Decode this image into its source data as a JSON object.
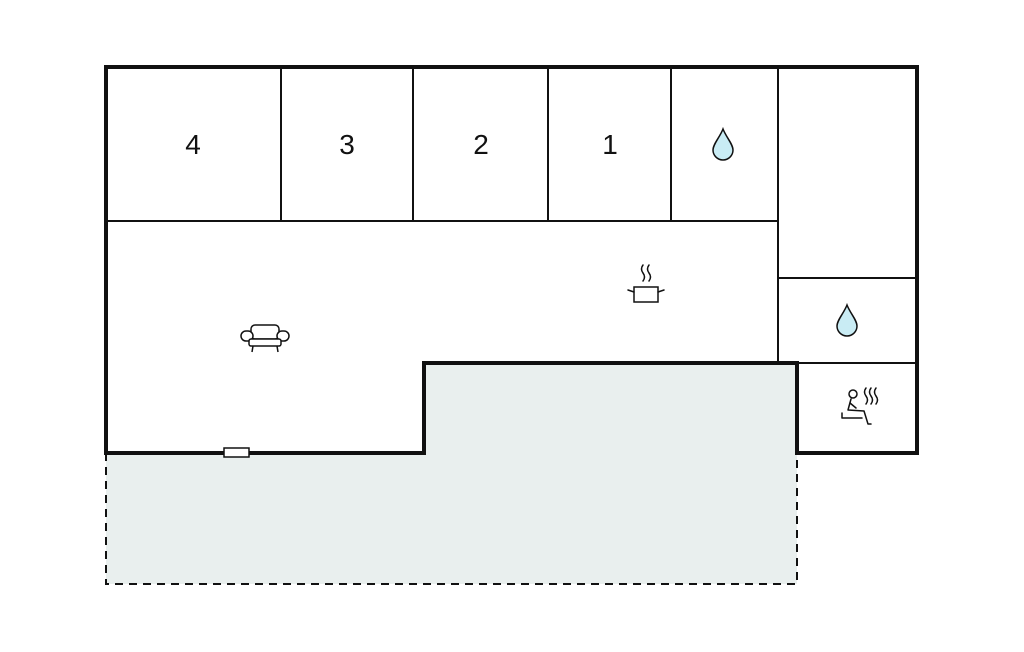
{
  "floor_plan": {
    "bedrooms": [
      {
        "label": "4"
      },
      {
        "label": "3"
      },
      {
        "label": "2"
      },
      {
        "label": "1"
      }
    ],
    "icons": {
      "bathroom_upper": "water-drop-icon",
      "bathroom_lower": "water-drop-icon",
      "kitchen": "cooking-pot-icon",
      "living": "sofa-icon",
      "sauna": "sauna-icon"
    },
    "colors": {
      "wall": "#111111",
      "terrace_fill": "#e9efee",
      "water": "#c9ecf4",
      "water_stroke": "#111111"
    }
  }
}
